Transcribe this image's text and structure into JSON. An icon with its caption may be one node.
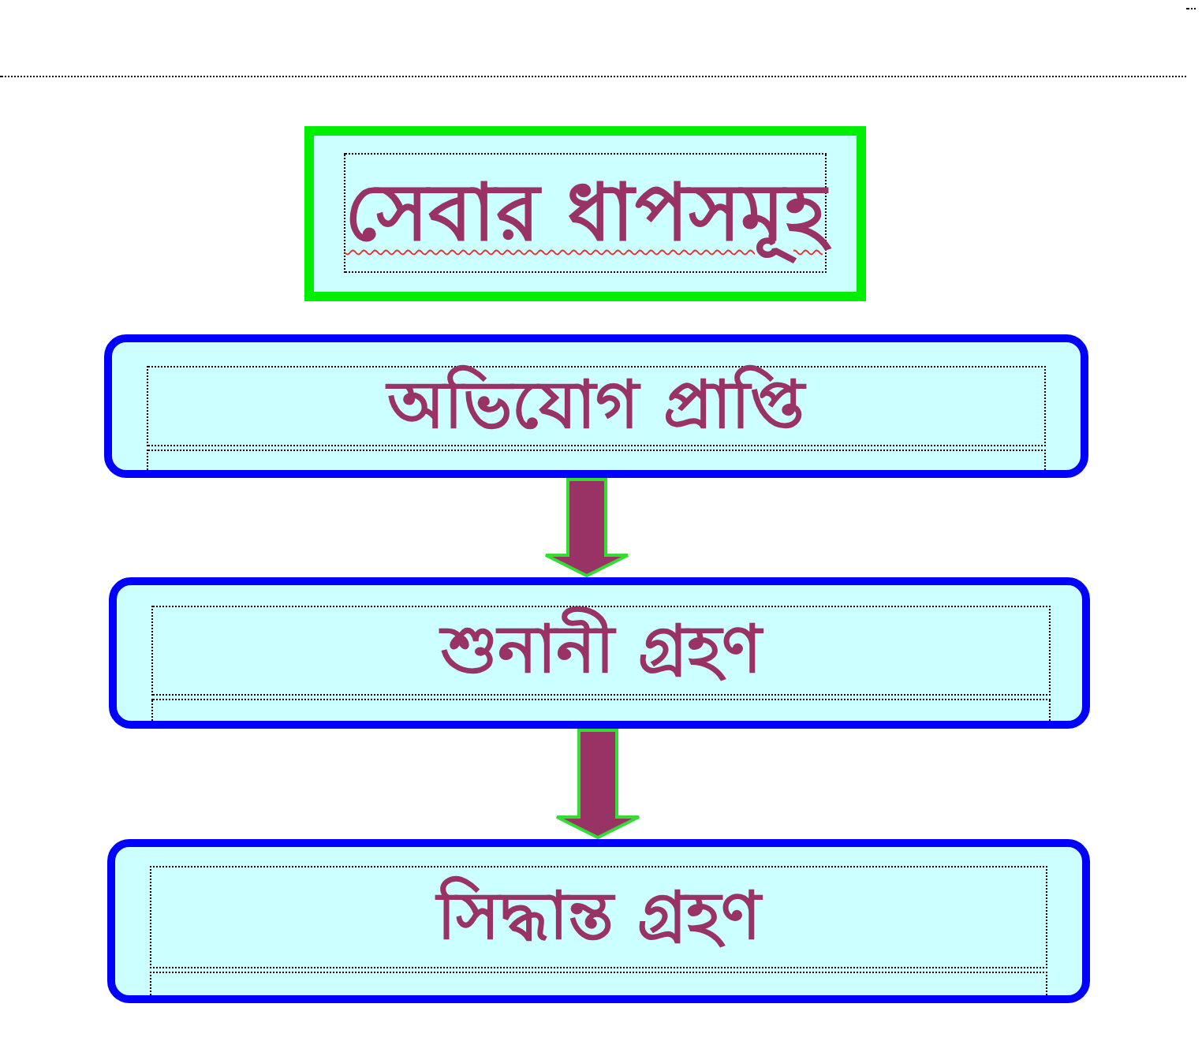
{
  "diagram": {
    "title": "সেবার ধাপসমূহ",
    "nodes": [
      {
        "text": [
          "অভিযোগ প্রাপ্তি"
        ]
      },
      {
        "text": [
          "শুনানী গ্রহণ"
        ]
      },
      {
        "text": [
          "সিদ্ধান্ত গ্রহণ"
        ]
      }
    ],
    "edges": [
      {
        "from": 0,
        "to": 1,
        "arrow": "to"
      },
      {
        "from": 1,
        "to": 2,
        "arrow": "to"
      }
    ]
  }
}
